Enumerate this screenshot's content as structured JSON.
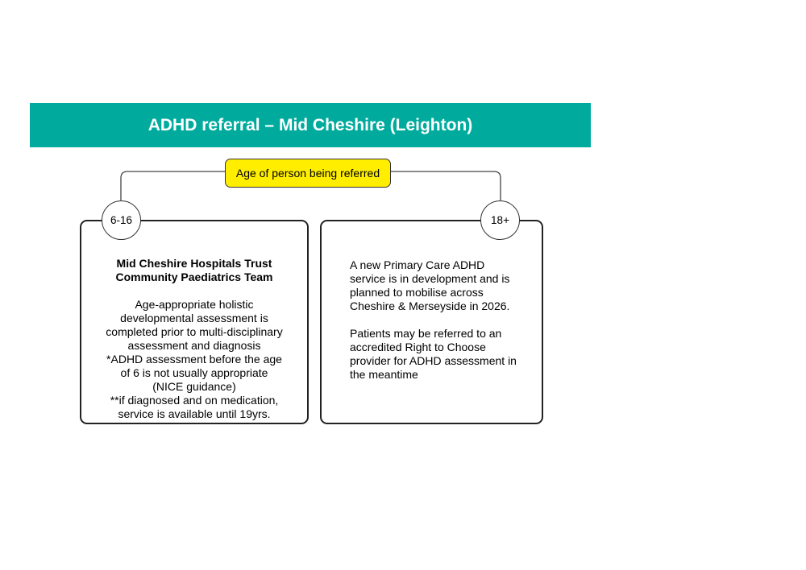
{
  "header": {
    "title": "ADHD referral – Mid Cheshire (Leighton)"
  },
  "question": {
    "label": "Age of person being referred"
  },
  "colors": {
    "header_bg": "#00ab9e",
    "question_bg": "#ffee00"
  },
  "left_branch": {
    "age": "6-16",
    "title_lines": [
      "Mid Cheshire Hospitals Trust",
      "Community Paediatrics Team"
    ],
    "body_lines": [
      "Age-appropriate holistic",
      "developmental assessment is",
      "completed prior to multi-disciplinary",
      "assessment and diagnosis",
      "*ADHD assessment before the age",
      "of 6 is not usually appropriate",
      "(NICE guidance)",
      "**if diagnosed and on medication,",
      "service is available until 19yrs."
    ]
  },
  "right_branch": {
    "age": "18+",
    "para1_lines": [
      "A new Primary Care ADHD",
      "service is in development and is",
      "planned to mobilise across",
      "Cheshire & Merseyside in 2026."
    ],
    "para2_lines": [
      "Patients may be referred to an",
      "accredited Right to Choose",
      "provider for ADHD assessment in",
      "the meantime"
    ]
  }
}
